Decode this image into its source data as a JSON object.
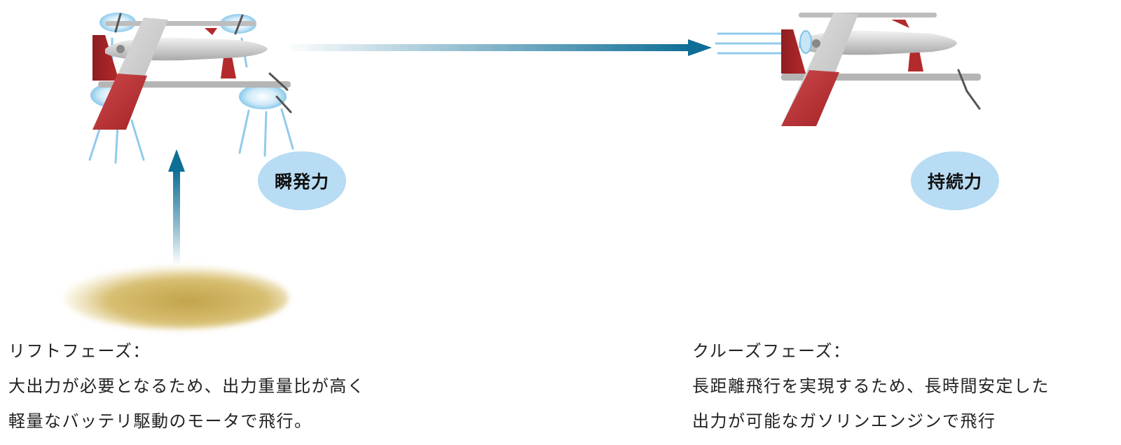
{
  "lift": {
    "bubble_label": "瞬発力",
    "caption_lines": [
      "リフトフェーズ：",
      "大出力が必要となるため、出力重量比が高く",
      "軽量なバッテリ駆動のモータで飛行。"
    ]
  },
  "cruise": {
    "bubble_label": "持続力",
    "caption_lines": [
      "クルーズフェーズ：",
      "長距離飛行を実現するため、長時間安定した",
      "出力が可能なガソリンエンジンで飛行"
    ]
  },
  "colors": {
    "arrow": "#0e6e96",
    "bubble": "#b7dcf4",
    "ground_shadow": "#c9ab55",
    "tail_red": "#b3292c",
    "airframe": "#cfcfcf",
    "rotor_glow": "#7cc3ea"
  },
  "icons": [
    "vtol-drone-hover-icon",
    "vtol-drone-cruise-icon",
    "ground-shadow",
    "lift-arrow-icon",
    "transition-arrow-icon"
  ]
}
